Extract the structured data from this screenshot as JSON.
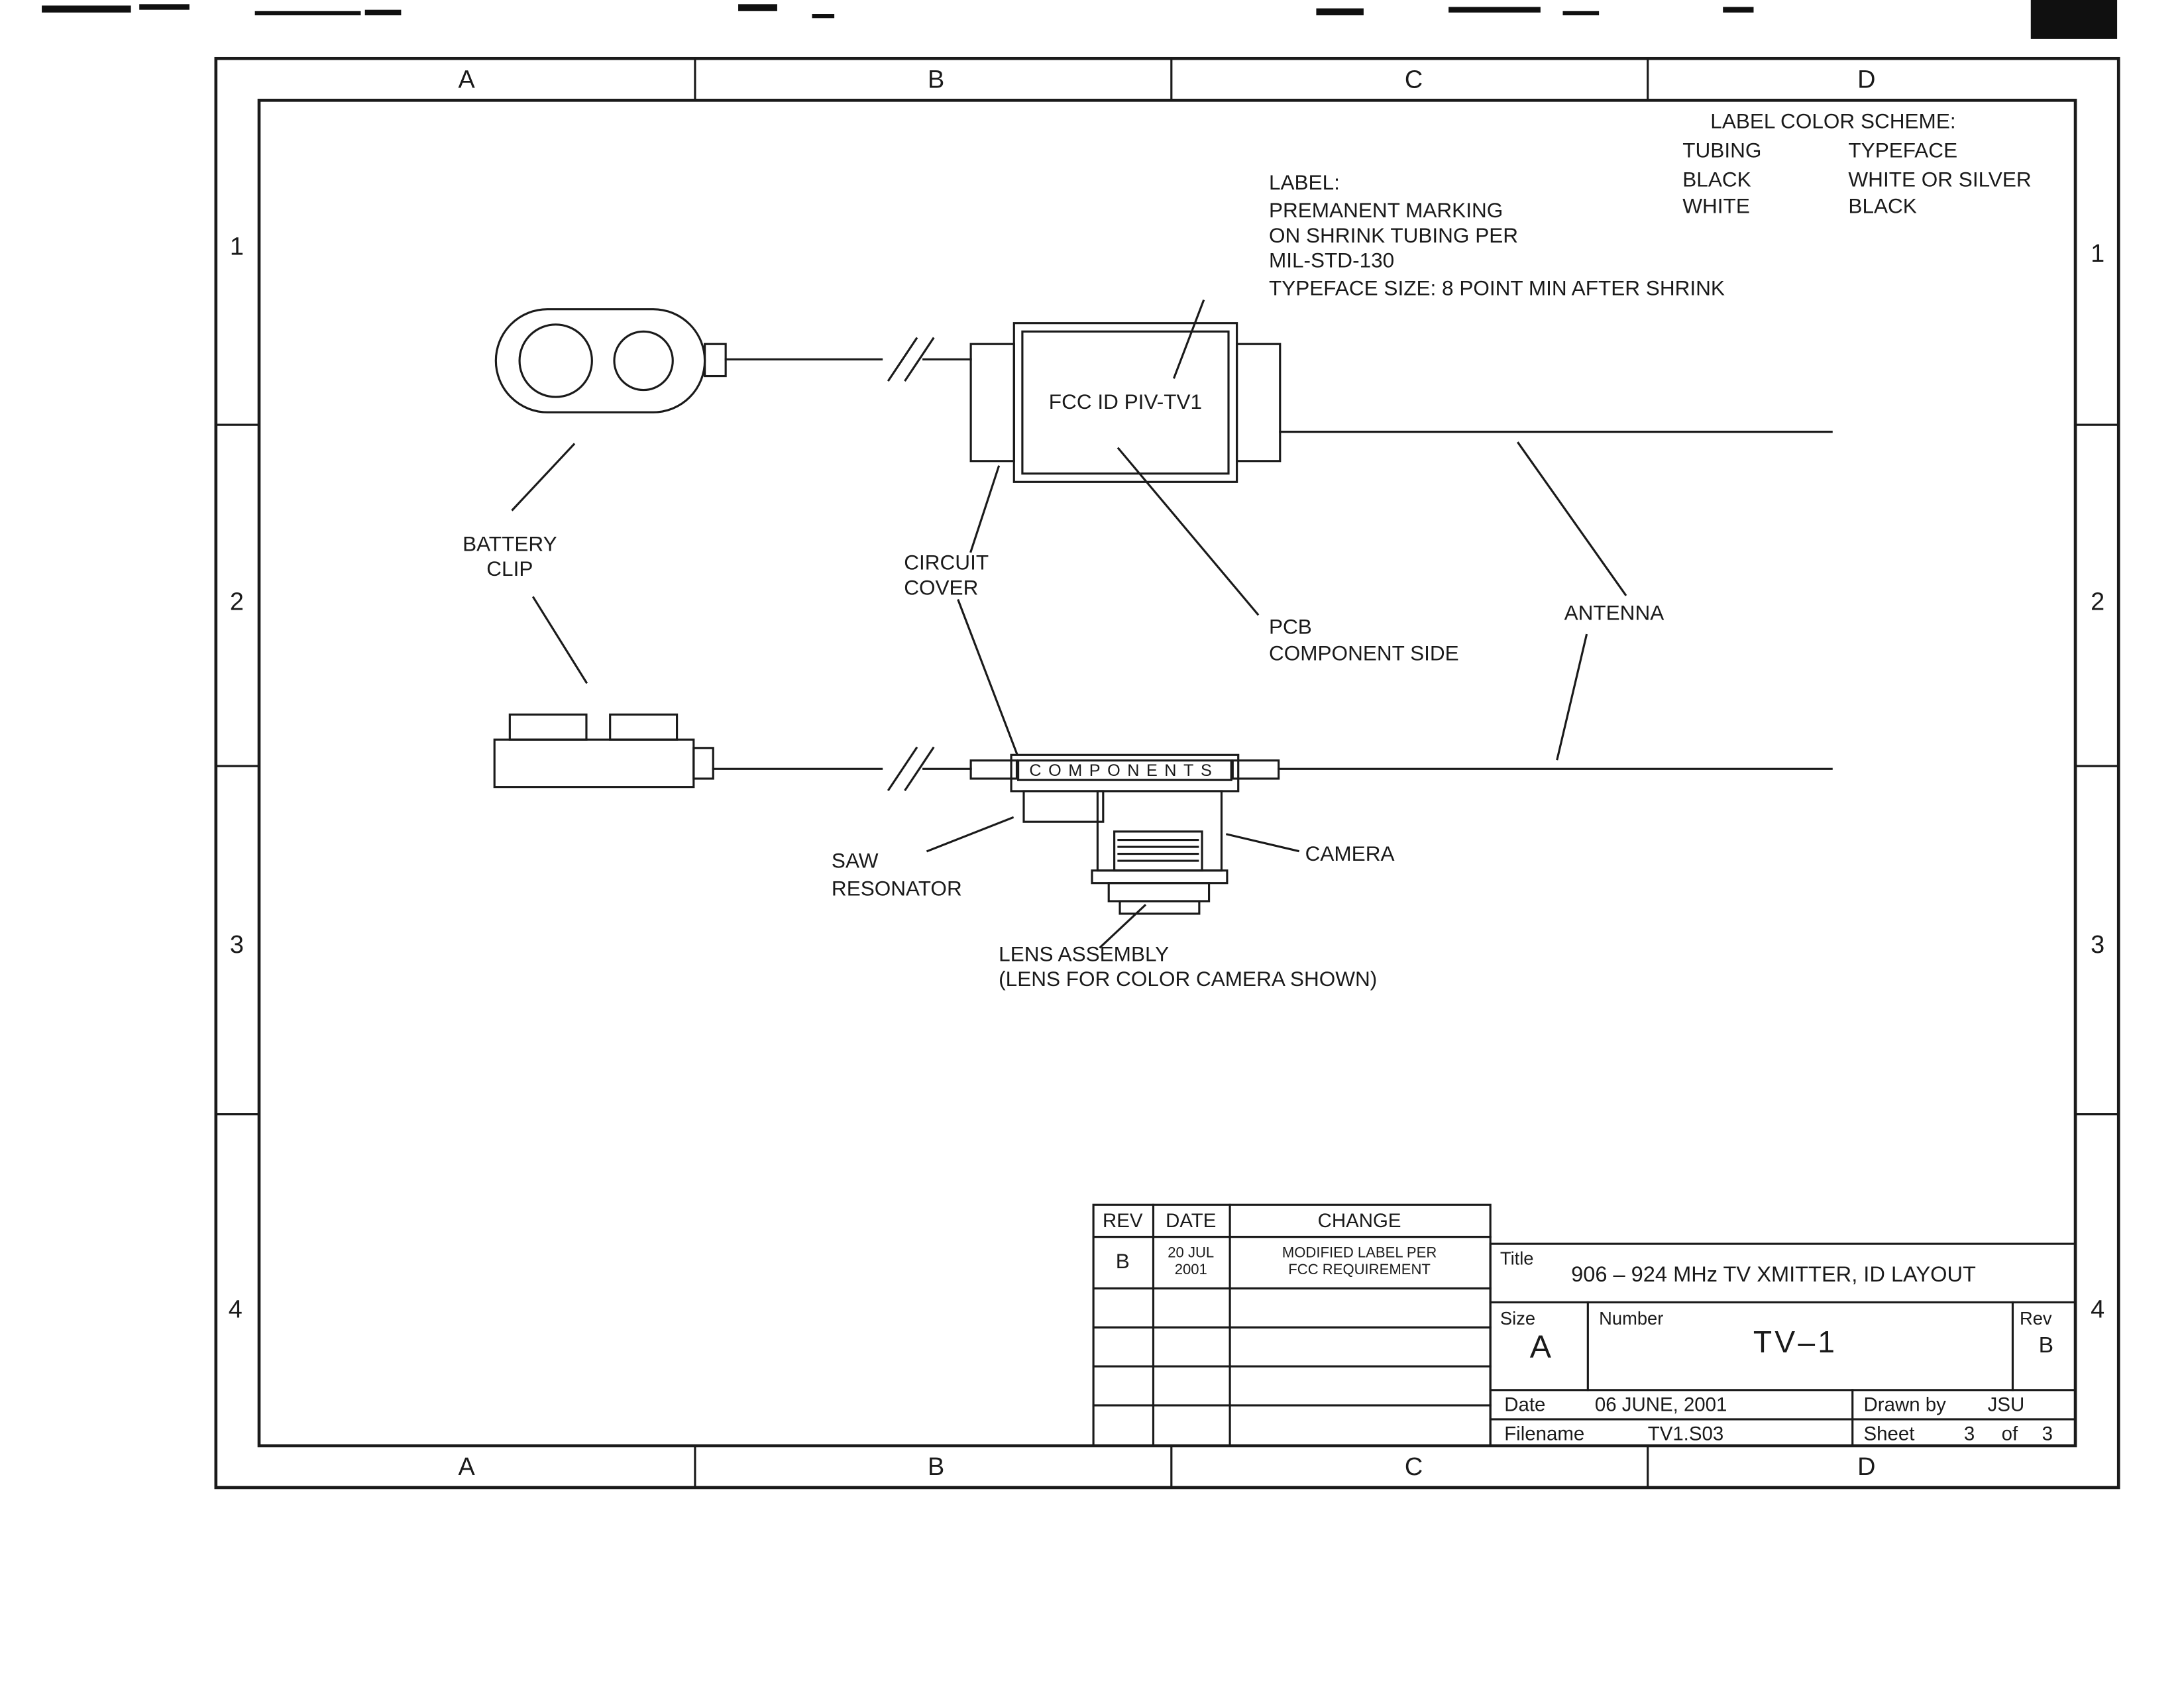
{
  "colors": {
    "ink": "#1a1a1a",
    "paper": "#ffffff"
  },
  "zone_labels": {
    "cols": [
      "A",
      "B",
      "C",
      "D"
    ],
    "rows": [
      "1",
      "2",
      "3",
      "4"
    ]
  },
  "color_scheme": {
    "title": "LABEL COLOR SCHEME:",
    "headers": [
      "TUBING",
      "TYPEFACE"
    ],
    "rows": [
      [
        "BLACK",
        "WHITE OR SILVER"
      ],
      [
        "WHITE",
        "BLACK"
      ]
    ]
  },
  "label_note": {
    "line1": "LABEL:",
    "line2": "PREMANENT MARKING",
    "line3": "ON SHRINK TUBING PER",
    "line4": "MIL-STD-130",
    "line5": "TYPEFACE SIZE: 8 POINT MIN AFTER SHRINK"
  },
  "device": {
    "fcc_label": "FCC ID PIV-TV1",
    "components_text": "COMPONENTS"
  },
  "callouts": {
    "battery_clip": [
      "BATTERY",
      "CLIP"
    ],
    "circuit_cover": [
      "CIRCUIT",
      "COVER"
    ],
    "pcb": [
      "PCB",
      "COMPONENT SIDE"
    ],
    "antenna": "ANTENNA",
    "saw": [
      "SAW",
      "RESONATOR"
    ],
    "camera": "CAMERA",
    "lens": [
      "LENS ASSEMBLY",
      "(LENS FOR COLOR CAMERA SHOWN)"
    ]
  },
  "rev_table": {
    "headers": [
      "REV",
      "DATE",
      "CHANGE"
    ],
    "entry": {
      "rev": "B",
      "date": [
        "20 JUL",
        "2001"
      ],
      "change": [
        "MODIFIED LABEL PER",
        "FCC REQUIREMENT"
      ]
    }
  },
  "title_block": {
    "title_label": "Title",
    "title": "906 – 924 MHz TV XMITTER, ID LAYOUT",
    "size_label": "Size",
    "size": "A",
    "number_label": "Number",
    "number": "TV–1",
    "rev_label": "Rev",
    "rev": "B",
    "date_label": "Date",
    "date": "06 JUNE, 2001",
    "drawn_label": "Drawn by",
    "drawn_by": "JSU",
    "filename_label": "Filename",
    "filename": "TV1.S03",
    "sheet_label": "Sheet",
    "sheet_num": "3",
    "sheet_of": "of",
    "sheet_total": "3"
  }
}
